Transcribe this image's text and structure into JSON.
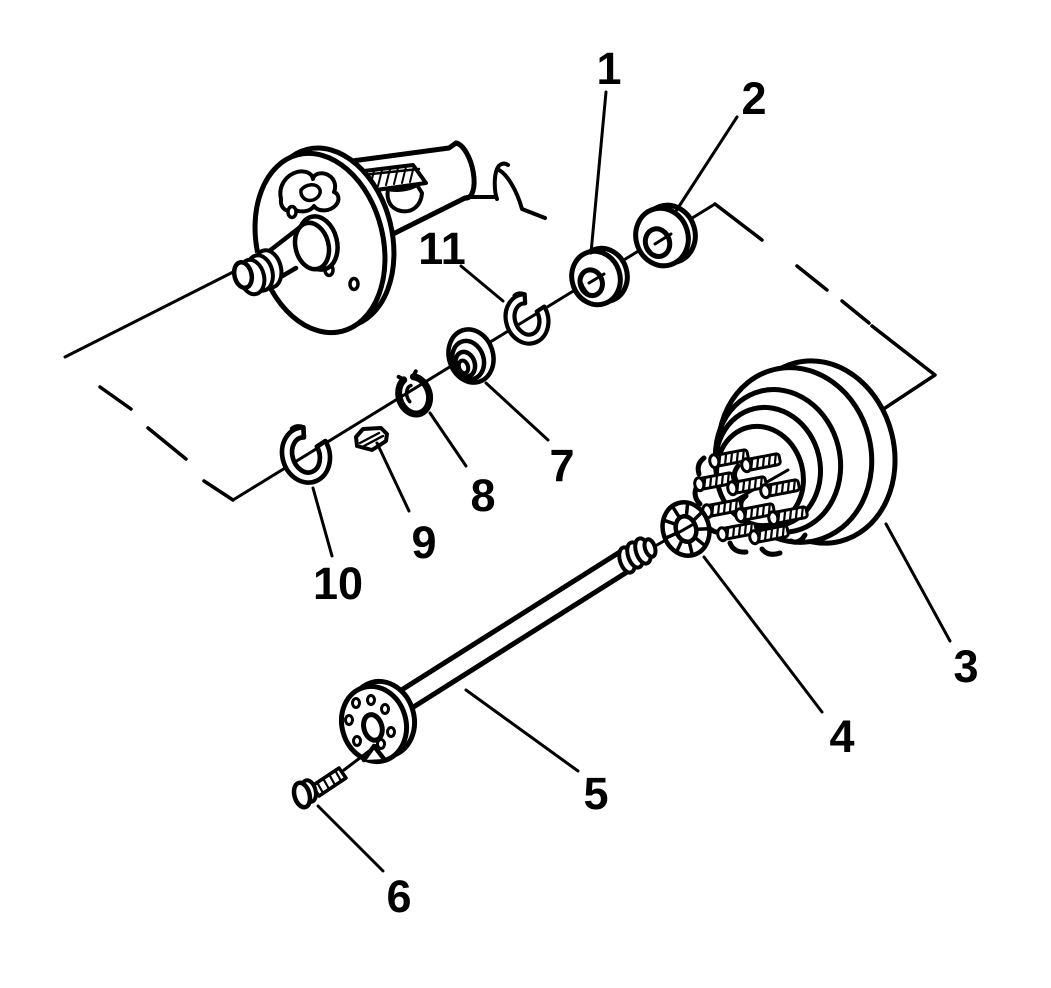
{
  "diagram": {
    "background_color": "#ffffff",
    "line_color": "#000000",
    "type": "exploded-parts-diagram"
  },
  "callouts": [
    {
      "label": "1"
    },
    {
      "label": "2"
    },
    {
      "label": "3"
    },
    {
      "label": "4"
    },
    {
      "label": "5"
    },
    {
      "label": "6"
    },
    {
      "label": "7"
    },
    {
      "label": "8"
    },
    {
      "label": "9"
    },
    {
      "label": "10"
    },
    {
      "label": "11"
    }
  ]
}
